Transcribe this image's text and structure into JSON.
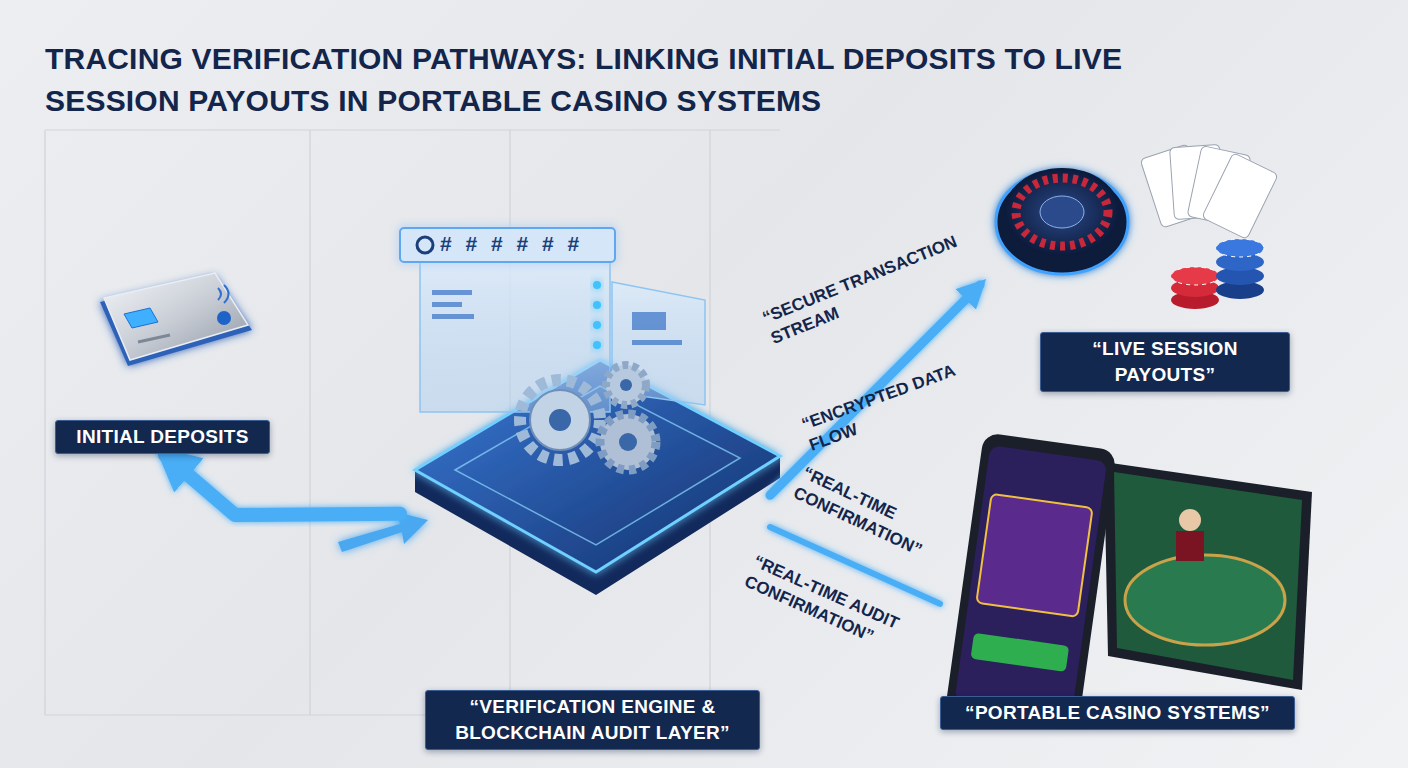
{
  "diagram": {
    "title": "TRACING VERIFICATION PATHWAYS: LINKING INITIAL DEPOSITS TO LIVE SESSION PAYOUTS IN PORTABLE CASINO SYSTEMS",
    "nodes": [
      {
        "text": [
          "INITIAL DEPOSITS"
        ]
      },
      {
        "text": [
          "“VERIFICATION ENGINE & BLOCKCHAIN AUDIT LAYER”"
        ]
      },
      {
        "text": [
          "“LIVE SESSION PAYOUTS”"
        ]
      },
      {
        "text": [
          "“PORTABLE CASINO SYSTEMS”"
        ]
      }
    ],
    "edges": [
      {
        "from": 1,
        "to": 0,
        "arrow": "to"
      },
      {
        "from": 1,
        "to": 2,
        "label": "“SECURE TRANSACTION STREAM",
        "arrow": "to"
      },
      {
        "from": 1,
        "to": 3,
        "label": "“REAL-TIME CONFIRMATION”",
        "arrow": "none"
      }
    ],
    "labels": [
      "“ENCRYPTED DATA FLOW",
      "“REAL-TIME AUDIT CONFIRMATION”",
      "# # # # # #"
    ]
  }
}
